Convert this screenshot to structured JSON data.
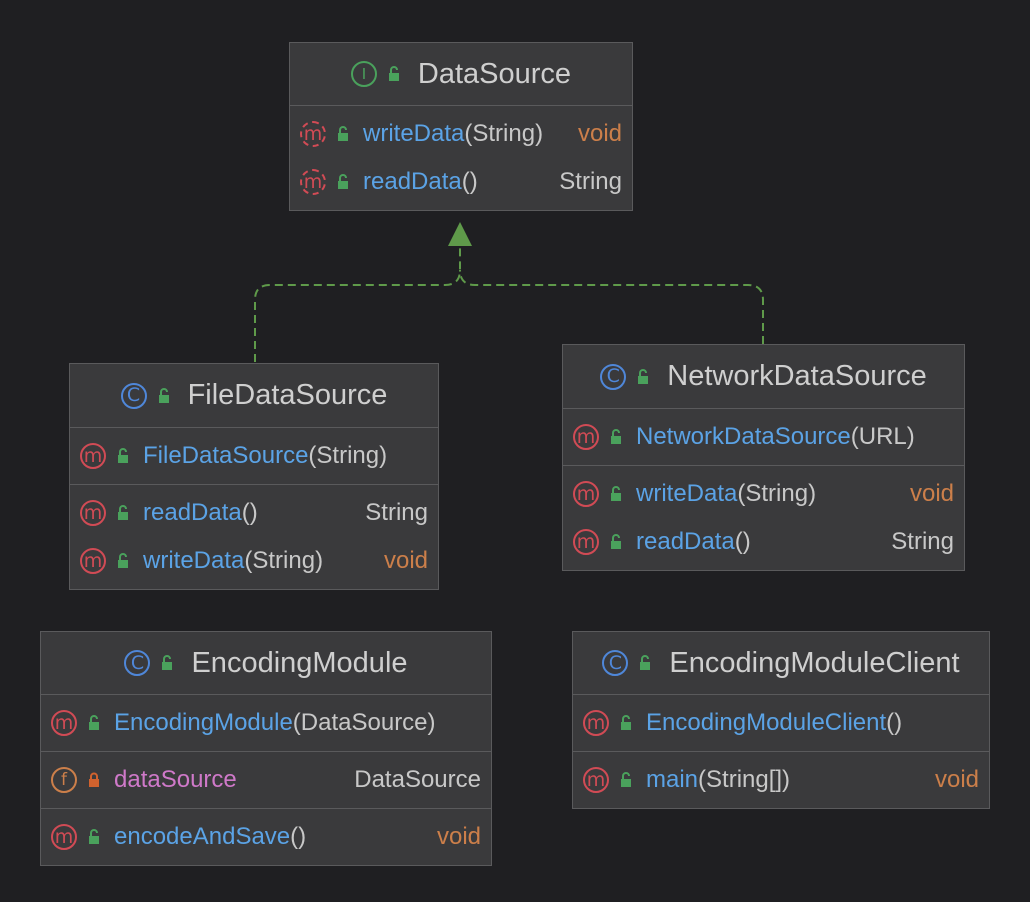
{
  "diagram": {
    "classes": [
      {
        "id": "datasource",
        "kind": "interface",
        "kind_icon": "interface-icon",
        "kind_glyph": "I",
        "title": "DataSource",
        "sections": [
          [
            {
              "kind": "abstract-method",
              "glyph": "m",
              "visibility": "public",
              "name": "writeData",
              "params": "(String)",
              "type": "void"
            },
            {
              "kind": "abstract-method",
              "glyph": "m",
              "visibility": "public",
              "name": "readData",
              "params": "()",
              "type": "String"
            }
          ]
        ]
      },
      {
        "id": "filedatasource",
        "kind": "class",
        "kind_icon": "class-icon",
        "kind_glyph": "C",
        "title": "FileDataSource",
        "sections": [
          [
            {
              "kind": "method",
              "glyph": "m",
              "visibility": "public",
              "name": "FileDataSource",
              "params": "(String)",
              "type": ""
            }
          ],
          [
            {
              "kind": "method",
              "glyph": "m",
              "visibility": "public",
              "name": "readData",
              "params": "()",
              "type": "String"
            },
            {
              "kind": "method",
              "glyph": "m",
              "visibility": "public",
              "name": "writeData",
              "params": "(String)",
              "type": "void"
            }
          ]
        ]
      },
      {
        "id": "networkdatasource",
        "kind": "class",
        "kind_icon": "class-icon",
        "kind_glyph": "C",
        "title": "NetworkDataSource",
        "sections": [
          [
            {
              "kind": "method",
              "glyph": "m",
              "visibility": "public",
              "name": "NetworkDataSource",
              "params": "(URL)",
              "type": ""
            }
          ],
          [
            {
              "kind": "method",
              "glyph": "m",
              "visibility": "public",
              "name": "writeData",
              "params": "(String)",
              "type": "void"
            },
            {
              "kind": "method",
              "glyph": "m",
              "visibility": "public",
              "name": "readData",
              "params": "()",
              "type": "String"
            }
          ]
        ]
      },
      {
        "id": "encodingmodule",
        "kind": "class",
        "kind_icon": "class-icon",
        "kind_glyph": "C",
        "title": "EncodingModule",
        "sections": [
          [
            {
              "kind": "method",
              "glyph": "m",
              "visibility": "public",
              "name": "EncodingModule",
              "params": "(DataSource)",
              "type": ""
            }
          ],
          [
            {
              "kind": "field",
              "glyph": "f",
              "visibility": "private",
              "name": "dataSource",
              "params": "",
              "type": "DataSource"
            }
          ],
          [
            {
              "kind": "method",
              "glyph": "m",
              "visibility": "public",
              "name": "encodeAndSave",
              "params": "()",
              "type": "void"
            }
          ]
        ]
      },
      {
        "id": "encodingmoduleclient",
        "kind": "class",
        "kind_icon": "class-icon",
        "kind_glyph": "C",
        "title": "EncodingModuleClient",
        "sections": [
          [
            {
              "kind": "method",
              "glyph": "m",
              "visibility": "public",
              "name": "EncodingModuleClient",
              "params": "()",
              "type": ""
            }
          ],
          [
            {
              "kind": "method",
              "glyph": "m",
              "visibility": "public",
              "name": "main",
              "params": "(String[])",
              "type": "void"
            }
          ]
        ]
      }
    ],
    "relations": [
      {
        "type": "implements",
        "from": "filedatasource",
        "to": "datasource"
      },
      {
        "type": "implements",
        "from": "networkdatasource",
        "to": "datasource"
      }
    ],
    "colors": {
      "background": "#1f1f22",
      "box": "#3a3a3c",
      "border": "#5a5a5c",
      "method_name": "#5ba3e6",
      "field_name": "#cf79c9",
      "void_type": "#cc7f4a",
      "edge": "#5f9a4a",
      "public_lock": "#4aa15c",
      "private_lock": "#d0622e"
    }
  }
}
